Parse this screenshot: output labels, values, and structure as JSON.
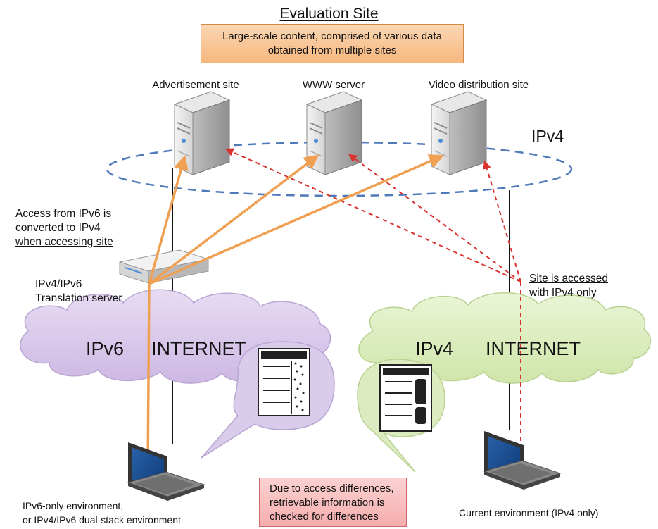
{
  "title": "Evaluation Site",
  "content_box": {
    "line1": "Large-scale content, comprised of various data",
    "line2": "obtained from multiple sites"
  },
  "servers": {
    "advertisement": "Advertisement site",
    "www": "WWW server",
    "video": "Video distribution site"
  },
  "ipv4_ring_label": "IPv4",
  "translation_note": {
    "line1": "Access from IPv6 is",
    "line2": "converted to IPv4",
    "line3": "when accessing site"
  },
  "translation_server": {
    "line1": "IPv4/IPv6",
    "line2": "Translation server"
  },
  "ipv4_access_note": {
    "line1": "Site is accessed",
    "line2": "with IPv4 only"
  },
  "ipv6_cloud": {
    "left": "IPv6",
    "right": "INTERNET"
  },
  "ipv4_cloud": {
    "left": "IPv4",
    "right": "INTERNET"
  },
  "left_env": {
    "line1": "IPv6-only environment,",
    "line2": "or IPv4/IPv6 dual-stack environment"
  },
  "right_env": "Current environment (IPv4 only)",
  "difference_box": {
    "line1": "Due to access differences,",
    "line2": "retrievable information is",
    "line3": "checked for differences"
  },
  "colors": {
    "ipv6_access_line": "#f0a052",
    "ipv4_access_line": "#d9322f",
    "ring": "#4f79b9",
    "ipv6_cloud": "#d9cbea",
    "ipv4_cloud": "#dcecc0"
  }
}
